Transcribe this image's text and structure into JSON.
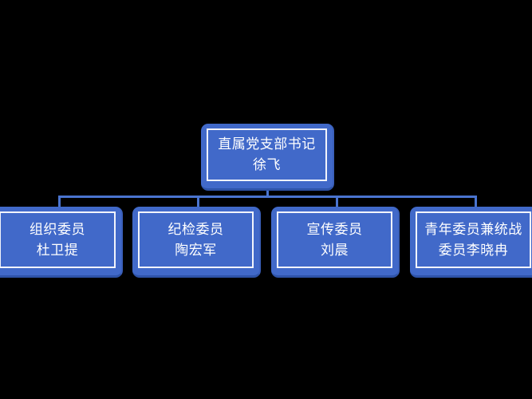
{
  "chart": {
    "type": "org-chart",
    "title": "",
    "background_color": "#000000",
    "node_fill_color": "#4169c9",
    "node_border_color": "#ffffff",
    "connector_color": "#4a74cf",
    "text_color": "#ffffff",
    "root": {
      "id": "root",
      "title": "直属党支部书记",
      "name": "徐飞"
    },
    "children": [
      {
        "id": "child-1",
        "title": "组织委员",
        "name": "杜卫提"
      },
      {
        "id": "child-2",
        "title": "纪检委员",
        "name": "陶宏军"
      },
      {
        "id": "child-3",
        "title": "宣传委员",
        "name": "刘晨"
      },
      {
        "id": "child-4",
        "title": "青年委员兼统战",
        "name": "委员李晓冉"
      }
    ]
  }
}
